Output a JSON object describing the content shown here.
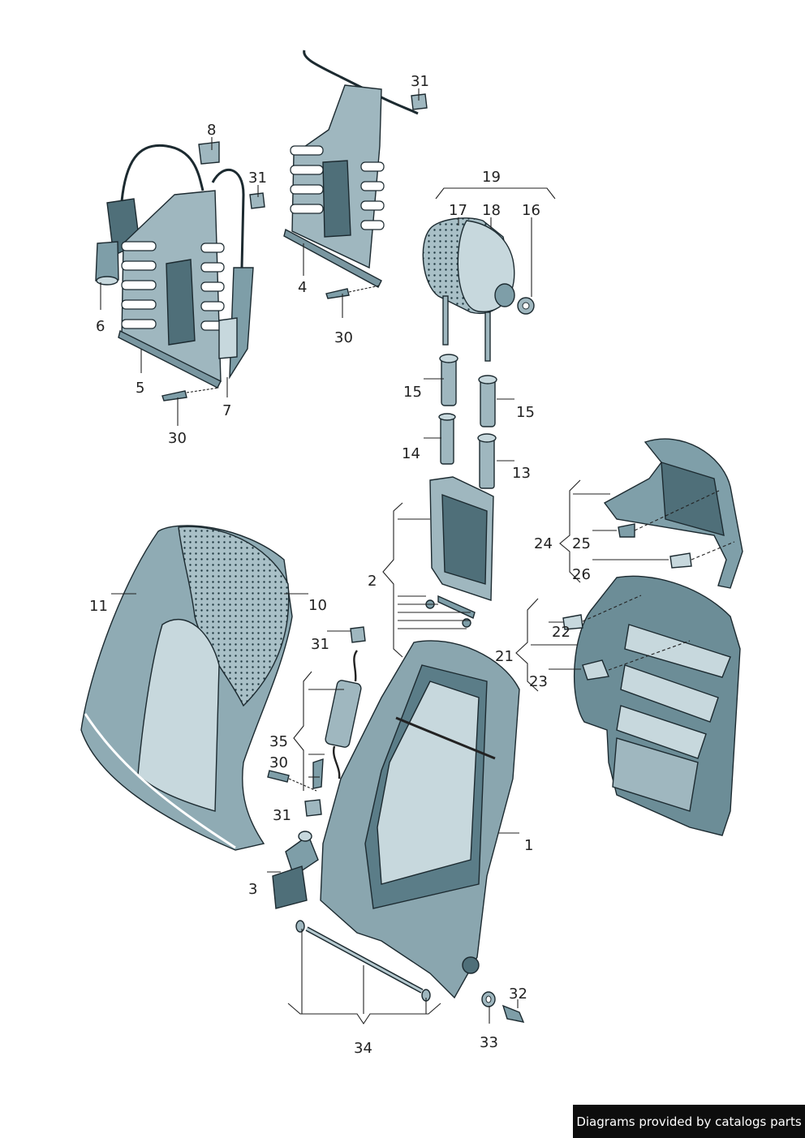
{
  "callouts": {
    "c1": "1",
    "c2": "2",
    "c3": "3",
    "c4": "4",
    "c5": "5",
    "c6": "6",
    "c7": "7",
    "c8": "8",
    "c10": "10",
    "c11": "11",
    "c13": "13",
    "c14": "14",
    "c15a": "15",
    "c15b": "15",
    "c16": "16",
    "c17": "17",
    "c18": "18",
    "c19": "19",
    "c21": "21",
    "c22": "22",
    "c23": "23",
    "c24": "24",
    "c25": "25",
    "c26": "26",
    "c30a": "30",
    "c30b": "30",
    "c30c": "30",
    "c31a": "31",
    "c31b": "31",
    "c31c": "31",
    "c31d": "31",
    "c32": "32",
    "c33": "33",
    "c34": "34",
    "c35": "35"
  },
  "credit": "Diagrams provided by catalogs parts",
  "colors": {
    "part_fill": "#9fb7bf",
    "part_dark": "#4f6f79",
    "outline": "#1c2a30",
    "credit_bg": "#0d0d0d"
  }
}
